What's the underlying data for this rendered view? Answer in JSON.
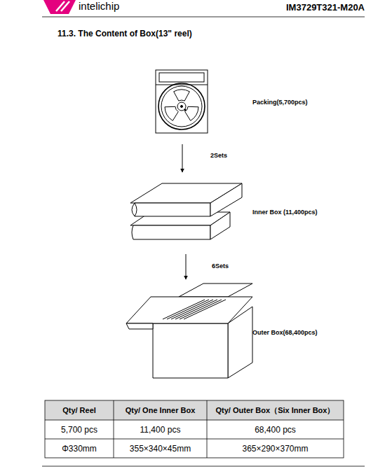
{
  "diagram": {
    "title": "11.3. The Content of Box(13\" reel)",
    "nodes": [
      {
        "text": [
          "Packing(5,700pcs)"
        ]
      },
      {
        "text": [
          "Inner Box (11,400pcs)"
        ]
      },
      {
        "text": [
          "Outer Box(68,400pcs)"
        ]
      }
    ],
    "edges": [
      {
        "from": 0,
        "to": 1,
        "label": "2Sets",
        "arrow": "to"
      },
      {
        "from": 1,
        "to": 2,
        "label": "6Sets",
        "arrow": "to"
      }
    ],
    "labels": [
      "intelichip",
      "IM3729T321-M20A",
      "Qty/ Reel",
      "Qty/ One Inner Box",
      "Qty/ Outer Box（Six Inner Box）",
      "5,700 pcs",
      "11,400 pcs",
      "68,400 pcs",
      "Φ330mm",
      "355×340×45mm",
      "365×290×370mm"
    ]
  }
}
